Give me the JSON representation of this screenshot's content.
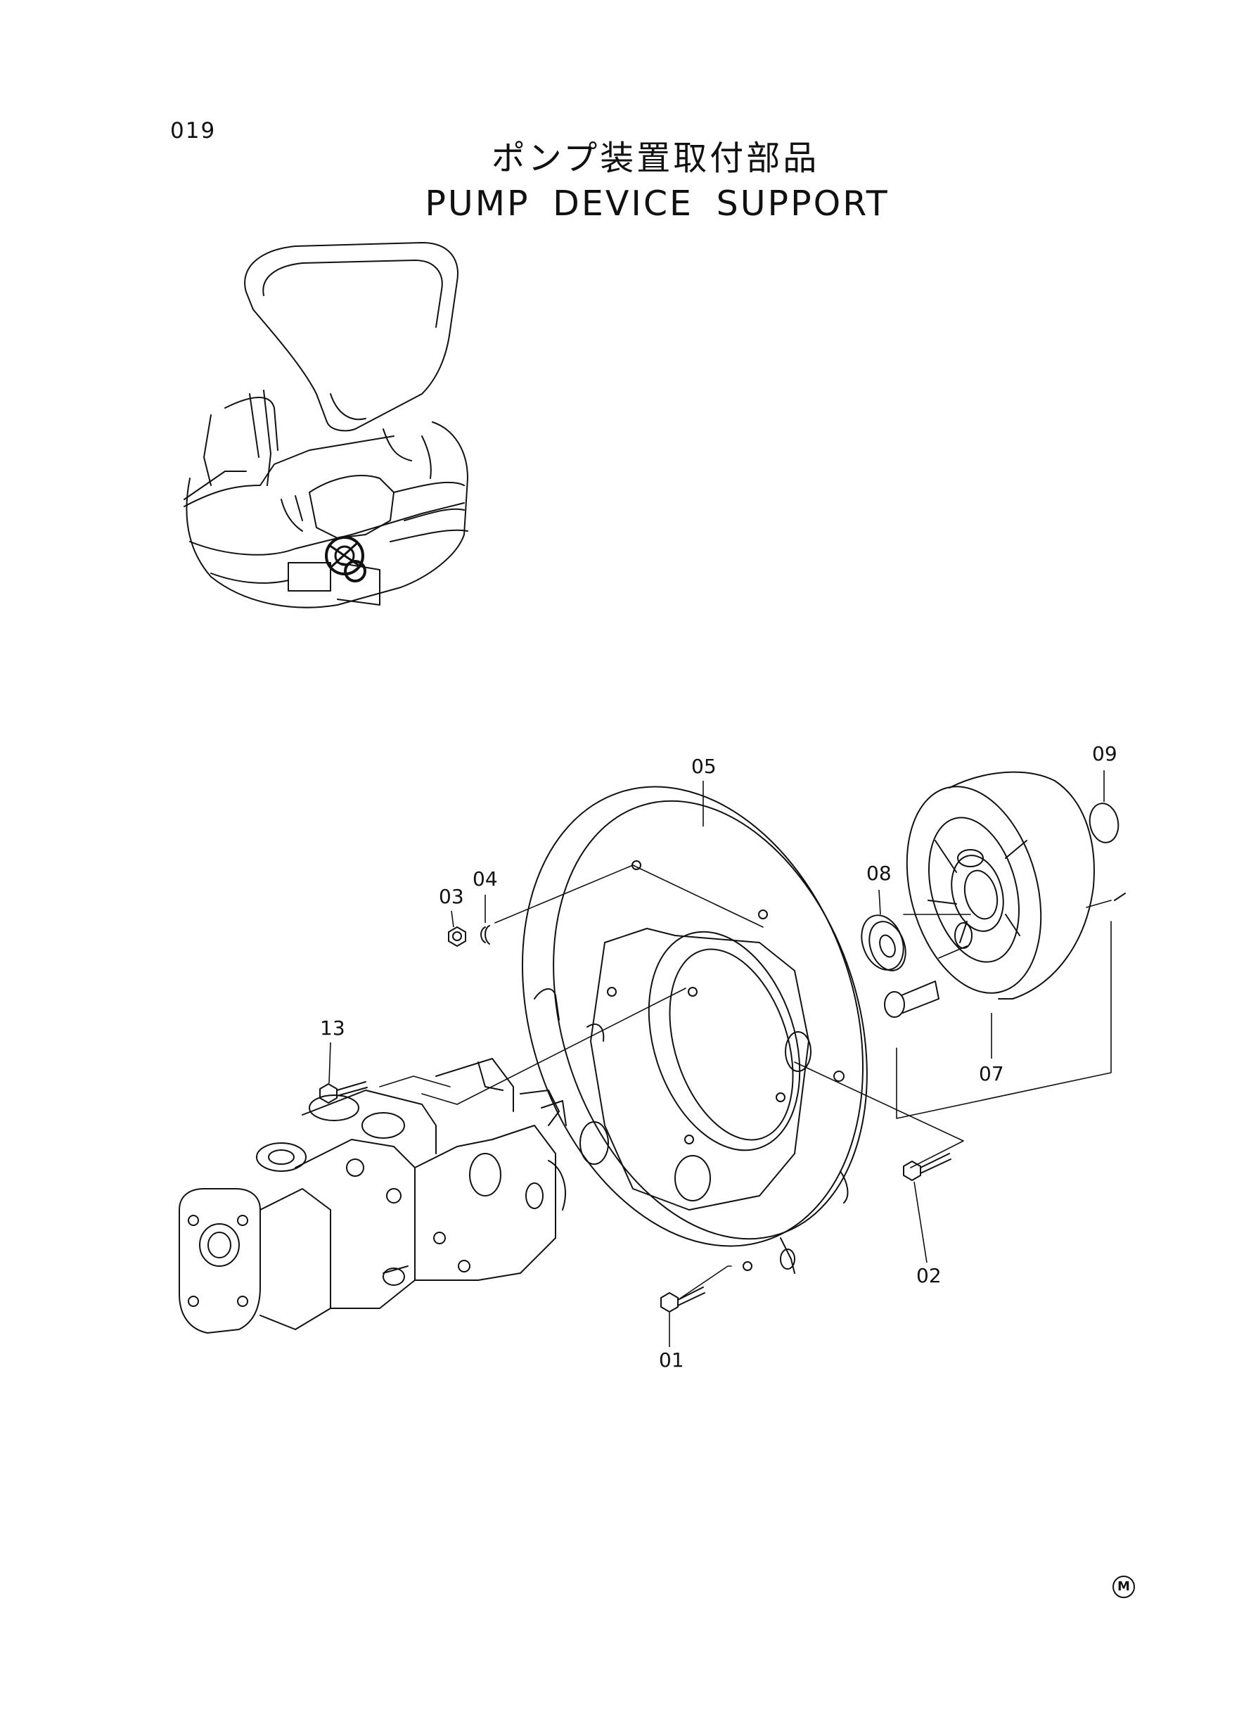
{
  "page": {
    "number": "019",
    "title_jp": "ポンプ装置取付部品",
    "title_en": "PUMP DEVICE SUPPORT",
    "corner_mark": "M"
  },
  "callouts": {
    "p01": "01",
    "p02": "02",
    "p03": "03",
    "p04": "04",
    "p05": "05",
    "p07": "07",
    "p08": "08",
    "p09": "09",
    "p13": "13"
  }
}
